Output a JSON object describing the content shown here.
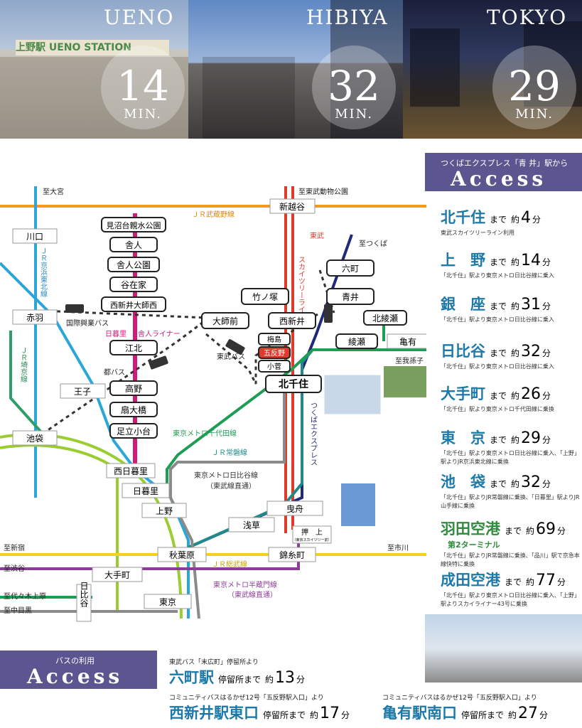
{
  "top_photos": [
    {
      "city": "UENO",
      "minutes": "14",
      "unit": "MIN.",
      "sign": "上野駅 UENO STATION"
    },
    {
      "city": "HIBIYA",
      "minutes": "32",
      "unit": "MIN."
    },
    {
      "city": "TOKYO",
      "minutes": "29",
      "unit": "MIN."
    }
  ],
  "map": {
    "to_labels": {
      "omiya": "至大宮",
      "dobutsu": "至東武動物公園",
      "tsukuba": "至つくば",
      "abiko": "至我孫子",
      "shinjuku": "至新宿",
      "shibuya": "至渋谷",
      "yoyogi": "至代々木上原",
      "meguro": "至中目黒",
      "ichikawa": "至市川"
    },
    "line_labels": {
      "musashino": "ＪＲ武蔵野線",
      "keihin": "ＪＲ京浜東北線",
      "saikyo": "ＪＲ埼京線",
      "tobu_a": "東武",
      "tobu_b": "スカイツリーライン",
      "toneri_a": "日暮里",
      "toneri_b": "舎人ライナー",
      "kokusai_bus": "国際興業バス",
      "toei_bus": "都バス",
      "tobu_bus": "東武バス",
      "chiyoda": "東京メトロ千代田線",
      "joban": "ＪＲ常磐線",
      "tx": "つくばエクスプレス",
      "hibiya_a": "東京メトロ日比谷線",
      "hibiya_b": "（東武線直通）",
      "sobu": "ＪＲ総武線",
      "hanzo_a": "東京メトロ半蔵門線",
      "hanzo_b": "（東武線直通）"
    },
    "stations": {
      "shinkoshigaya": "新越谷",
      "kawaguchi": "川口",
      "akabane": "赤羽",
      "oji": "王子",
      "ikebukuro": "池袋",
      "minumadai": "見沼台親水公園",
      "toneri": "舎人",
      "toneri_koen": "舎人公園",
      "yazaike": "谷在家",
      "nishiarai_daishi": "西新井大師西",
      "kohoku": "江北",
      "koya": "高野",
      "ogi": "扇大橋",
      "adachi_odai": "足立小台",
      "takenozuka": "竹ノ塚",
      "daishimae": "大師前",
      "nishiarai": "西新井",
      "umejima": "梅島",
      "gotanno": "五反野",
      "kosuge": "小菅",
      "rokucho": "六町",
      "aoi": "青井",
      "kitaayase": "北綾瀬",
      "ayase": "綾瀬",
      "kameari": "亀有",
      "kitasenju": "北千住",
      "nishinippori": "西日暮里",
      "nippori": "日暮里",
      "ueno": "上野",
      "asakusa": "浅草",
      "hikifune": "曳舟",
      "oshiage": "押　上",
      "oshiage_sub": "（東京スカイツリー前）",
      "akihabara": "秋葉原",
      "kinshicho": "錦糸町",
      "otemachi": "大手町",
      "hibiya": "日比谷",
      "tokyo": "東京"
    }
  },
  "access": {
    "subtitle": "つくばエクスプレス「青 井」駅から",
    "title": "Access",
    "routes": [
      {
        "dest": "北千住",
        "made": "まで",
        "yaku": "約",
        "min": "4",
        "fun": "分",
        "note": "東武スカイツリーライン利用"
      },
      {
        "dest": "上　野",
        "made": "まで",
        "yaku": "約",
        "min": "14",
        "fun": "分",
        "note": "「北千住」駅より東京メトロ日比谷線に乗入"
      },
      {
        "dest": "銀　座",
        "made": "まで",
        "yaku": "約",
        "min": "31",
        "fun": "分",
        "note": "「北千住」駅より東京メトロ日比谷線に乗入"
      },
      {
        "dest": "日比谷",
        "made": "まで",
        "yaku": "約",
        "min": "32",
        "fun": "分",
        "note": "「北千住」駅より東京メトロ日比谷線に乗入"
      },
      {
        "dest": "大手町",
        "made": "まで",
        "yaku": "約",
        "min": "26",
        "fun": "分",
        "note": "「北千住」駅より東京メトロ千代田線に乗換"
      },
      {
        "dest": "東　京",
        "made": "まで",
        "yaku": "約",
        "min": "29",
        "fun": "分",
        "note": "「北千住」駅より東京メトロ日比谷線に乗入、「上野」駅よりJR京浜東北線に乗換"
      },
      {
        "dest": "池　袋",
        "made": "まで",
        "yaku": "約",
        "min": "32",
        "fun": "分",
        "note": "「北千住」駅よりJR常磐線に乗換、「日暮里」駅よりJR山手線に乗換"
      },
      {
        "dest": "羽田空港",
        "sub": "第2ターミナル",
        "made": "まで",
        "yaku": "約",
        "min": "69",
        "fun": "分",
        "note": "「北千住」駅よりJR常磐線に乗換、「品川」駅で京急本線快特に乗換"
      },
      {
        "dest": "成田空港",
        "made": "まで",
        "yaku": "約",
        "min": "77",
        "fun": "分",
        "note": "「北千住」駅より東京メトロ日比谷線に乗入、「上野」駅よりスカイライナー43号に乗換"
      }
    ]
  },
  "bus": {
    "subtitle": "バスの利用",
    "title": "Access",
    "items": [
      {
        "caption": "東武バス「末広町」停留所より",
        "dest": "六町駅",
        "stop": "停留所まで",
        "yaku": "約",
        "min": "13",
        "fun": "分"
      },
      {
        "caption": "コミュニティバスはるかぜ12号「五反野駅入口」より",
        "dest": "西新井駅東口",
        "stop": "停留所まで",
        "yaku": "約",
        "min": "17",
        "fun": "分"
      },
      {
        "caption": "コミュニティバスはるかぜ12号「五反野駅入口」より",
        "dest": "亀有駅南口",
        "stop": "停留所まで",
        "yaku": "約",
        "min": "27",
        "fun": "分"
      }
    ]
  },
  "colors": {
    "accent": "#5b5590",
    "dest_blue": "#1c79a8",
    "haneda_green": "#2e8b3c",
    "tobu_red": "#e03a2c",
    "tx_navy": "#1f2a78",
    "chiyoda_green": "#1e9e55",
    "toneri_magenta": "#d21a7a",
    "musashino_orange": "#f39a18",
    "keihin_cyan": "#2aa6d8",
    "hibiya_gray": "#8a8a8a",
    "hanzo_purple": "#8e3c9a",
    "sobu_yellow": "#f2d21a",
    "saikyo_green": "#2e9e6a",
    "yamanote_lime": "#9acd32",
    "joban_teal": "#1f8a8a"
  }
}
